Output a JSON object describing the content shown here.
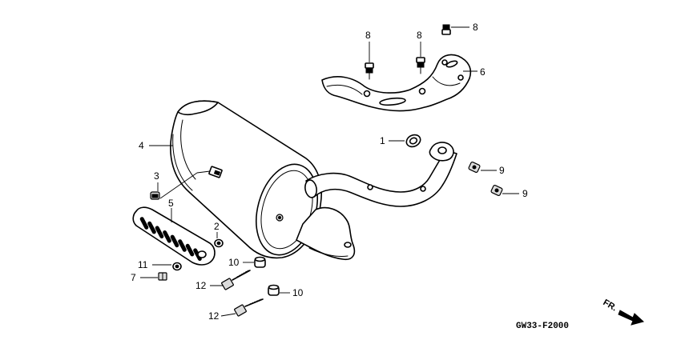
{
  "callouts": [
    {
      "id": "c8a",
      "label": "8"
    },
    {
      "id": "c8b",
      "label": "8"
    },
    {
      "id": "c8c",
      "label": "8"
    },
    {
      "id": "c6",
      "label": "6"
    },
    {
      "id": "c1",
      "label": "1"
    },
    {
      "id": "c4",
      "label": "4"
    },
    {
      "id": "c3",
      "label": "3"
    },
    {
      "id": "c5",
      "label": "5"
    },
    {
      "id": "c2",
      "label": "2"
    },
    {
      "id": "c9a",
      "label": "9"
    },
    {
      "id": "c9b",
      "label": "9"
    },
    {
      "id": "c11",
      "label": "11"
    },
    {
      "id": "c7",
      "label": "7"
    },
    {
      "id": "c10a",
      "label": "10"
    },
    {
      "id": "c10b",
      "label": "10"
    },
    {
      "id": "c12a",
      "label": "12"
    },
    {
      "id": "c12b",
      "label": "12"
    }
  ],
  "direction_label": "FR.",
  "diagram_code": "GW33-F2000"
}
